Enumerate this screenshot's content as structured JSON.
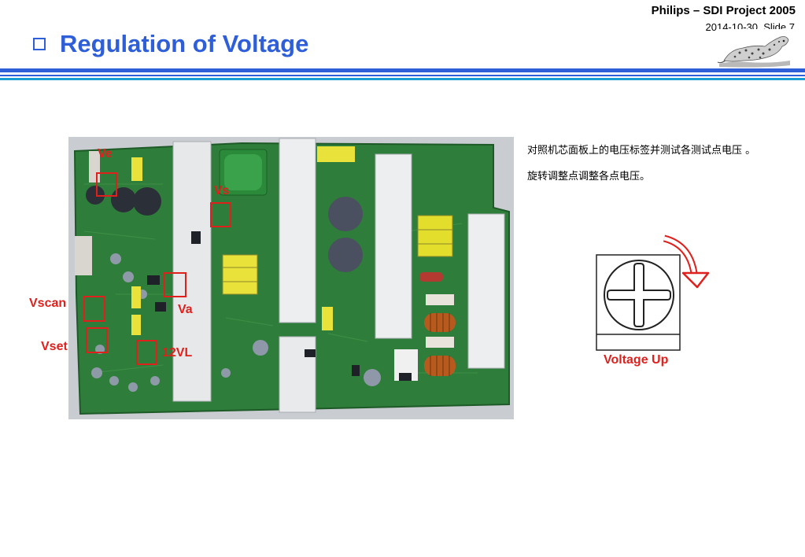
{
  "header": {
    "title": "Regulation of Voltage",
    "project": "Philips – SDI  Project 2005",
    "date_slide": "2014-10-30, Slide 7",
    "logo_icon": "leopard-logo-icon"
  },
  "colors": {
    "title_blue": "#2f5fd8",
    "rule_cyan": "#1a9ed4",
    "label_red": "#e0201c",
    "pcb_green": "#2f7d3a"
  },
  "pcb": {
    "labels": {
      "ve": "Ve",
      "vs": "Vs",
      "vscan": "Vscan",
      "va": "Va",
      "vset": "Vset",
      "vl12": "12VL"
    }
  },
  "instructions": {
    "line1": "对照机芯面板上的电压标签并测试各测试点电压 。",
    "line2": "旋转调整点调整各点电压。"
  },
  "knob": {
    "caption": "Voltage Up",
    "icon": "rotate-clockwise-arrow-icon"
  }
}
